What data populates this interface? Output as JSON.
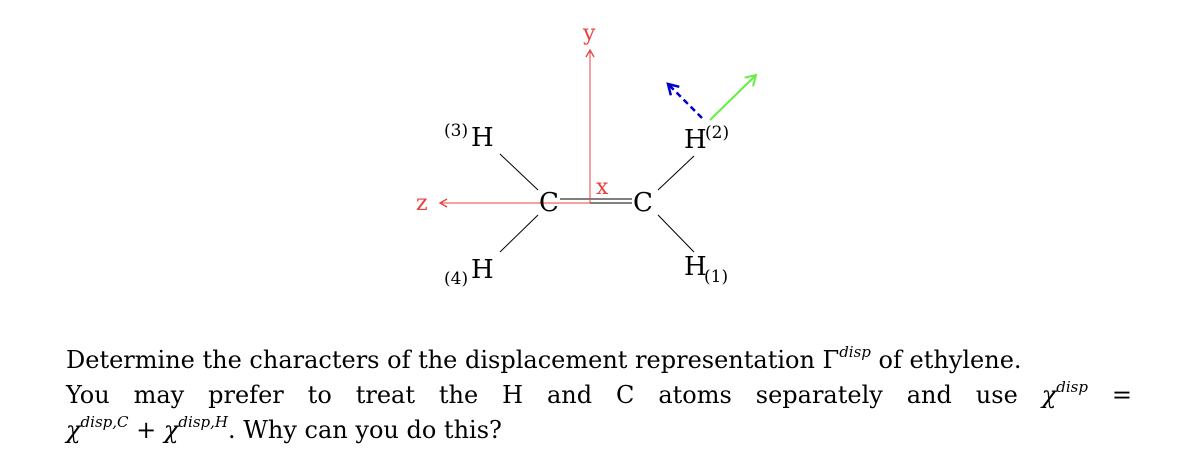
{
  "colors": {
    "axis": "#e8403c",
    "bond": "#000000",
    "displacement_solid": "#66ee44",
    "displacement_dashed": "#0000cc"
  },
  "diagram": {
    "axes": {
      "x": "x",
      "y": "y",
      "z": "z"
    },
    "atoms": [
      {
        "symbol": "C"
      },
      {
        "symbol": "C"
      },
      {
        "symbol": "H",
        "label": "(1)"
      },
      {
        "symbol": "H",
        "label": "(2)"
      },
      {
        "symbol": "H",
        "label": "(3)"
      },
      {
        "symbol": "H",
        "label": "(4)"
      }
    ]
  },
  "question": {
    "line1_pre": "Determine the characters of the displacement representation Γ",
    "line1_sup": "disp",
    "line1_post": " of ethylene.",
    "line2_pre": "You may prefer to treat the H and C atoms separately and use ",
    "line2_chi": "χ",
    "line2_sup": "disp",
    "line2_eq": "=",
    "line3_chi1": "χ",
    "line3_sup1": "disp,C",
    "line3_plus": " + ",
    "line3_chi2": "χ",
    "line3_sup2": "disp,H",
    "line3_post": ". Why can you do this?"
  }
}
